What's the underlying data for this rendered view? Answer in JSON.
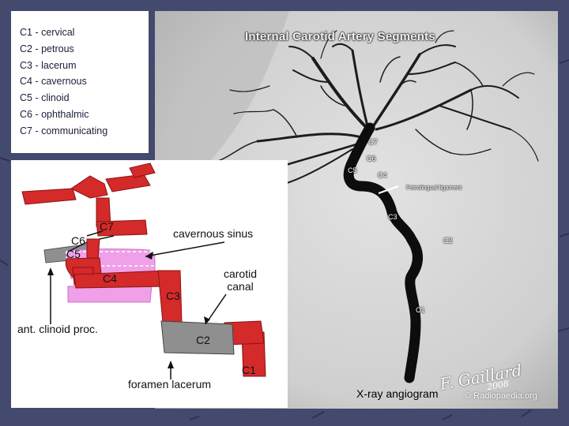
{
  "angiogram": {
    "title": "Internal Carotid Artery Segments",
    "segment_labels": [
      "C7",
      "C6",
      "C5",
      "C4",
      "C3",
      "C2",
      "C1"
    ],
    "ligament_label": "Petrolingual ligament",
    "caption": "X-ray angiogram",
    "signature": "F. Gaillard",
    "signature_year": "2008",
    "watermark": "© Radiopaedia.org"
  },
  "legend": {
    "items": [
      "C1 - cervical",
      "C2 - petrous",
      "C3 - lacerum",
      "C4 - cavernous",
      "C5 - clinoid",
      "C6 - ophthalmic",
      "C7 - communicating"
    ]
  },
  "diagram": {
    "segment_labels": {
      "c7": "C7",
      "c6": "C6",
      "c5": "C5",
      "c4": "C4",
      "c3": "C3",
      "c2": "C2",
      "c1": "C1"
    },
    "annotations": {
      "cavernous_sinus": "cavernous sinus",
      "carotid_canal_line1": "carotid",
      "carotid_canal_line2": "canal",
      "ant_clinoid_proc": "ant. clinoid proc.",
      "foramen_lacerum": "foramen lacerum"
    }
  },
  "colors": {
    "slide_background": "#44496e",
    "artery_red": "#d42a2a",
    "sinus_pink": "#f0a0e8",
    "bone_grey": "#8f8f8f"
  }
}
